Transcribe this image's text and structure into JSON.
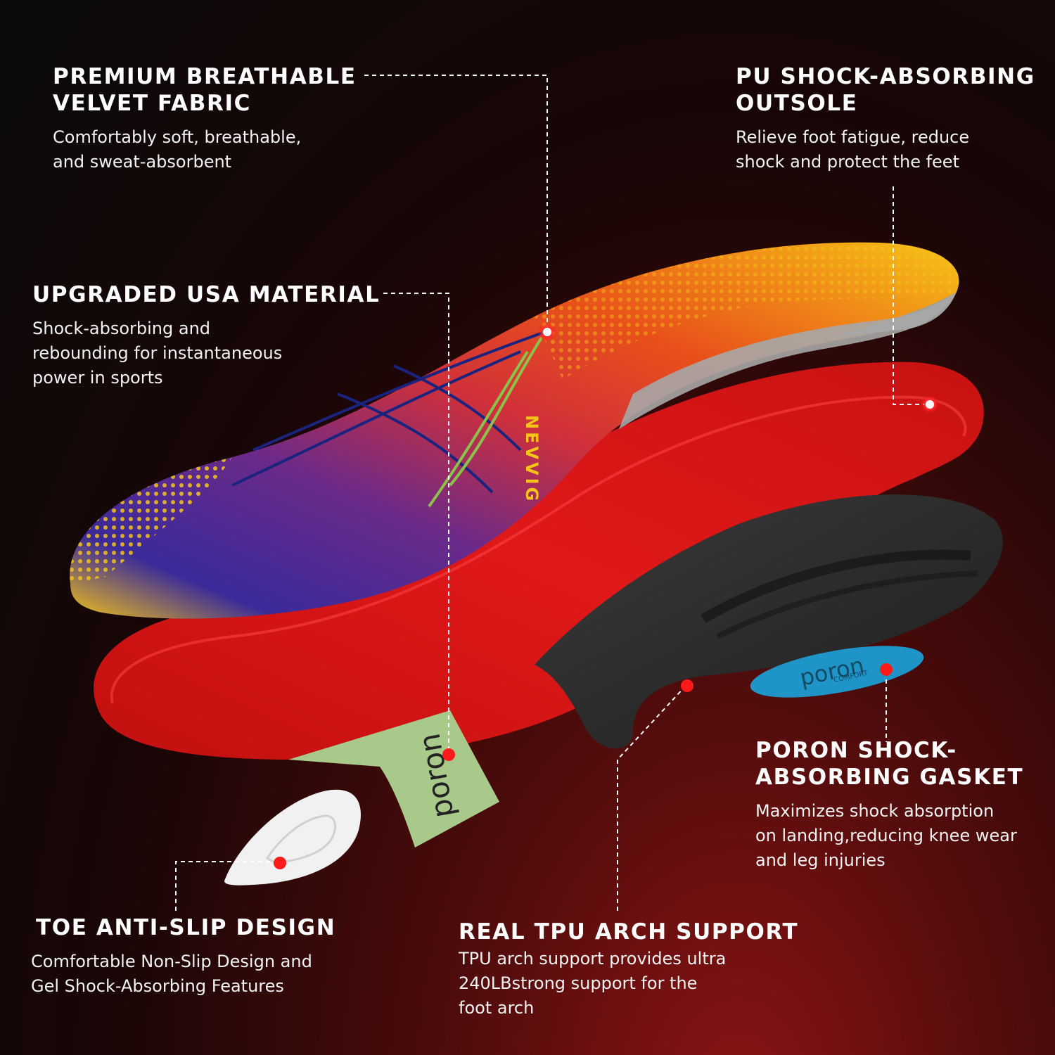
{
  "colors": {
    "background_dark": "#0a0a0a",
    "background_red": "#8a1414",
    "insole_red": "#d41414",
    "insole_yellow": "#f5c518",
    "insole_purple": "#5b2a8a",
    "shell_dark": "#2b2b2b",
    "poron_blue": "#1f95c7",
    "poron_green": "#a9c98a",
    "marker_red": "#ff1a1a"
  },
  "brand_text": "NEVVIG",
  "poron_toe_text": "poron",
  "poron_pad_text": "poron",
  "poron_pad_sub": "COMFORT",
  "callouts": {
    "velvet": {
      "title": "PREMIUM BREATHABLE\nVELVET FABRIC",
      "desc": "Comfortably soft, breathable,\nand sweat-absorbent"
    },
    "outsole": {
      "title": "PU SHOCK-ABSORBING\nOUTSOLE",
      "desc": "Relieve foot fatigue, reduce\nshock and protect the feet"
    },
    "usa": {
      "title": "UPGRADED USA MATERIAL",
      "desc": "Shock-absorbing and\nrebounding for instantaneous\npower in sports"
    },
    "poron": {
      "title": "PORON SHOCK-\nABSORBING GASKET",
      "desc": "Maximizes shock absorption\non landing,reducing knee wear\nand leg injuries"
    },
    "toe": {
      "title": "TOE ANTI-SLIP DESIGN",
      "desc": "Comfortable Non-Slip Design and\nGel Shock-Absorbing Features"
    },
    "tpu": {
      "title": "REAL TPU ARCH SUPPORT",
      "desc": "TPU arch support provides ultra\n240LBstrong support for the\nfoot arch"
    }
  }
}
